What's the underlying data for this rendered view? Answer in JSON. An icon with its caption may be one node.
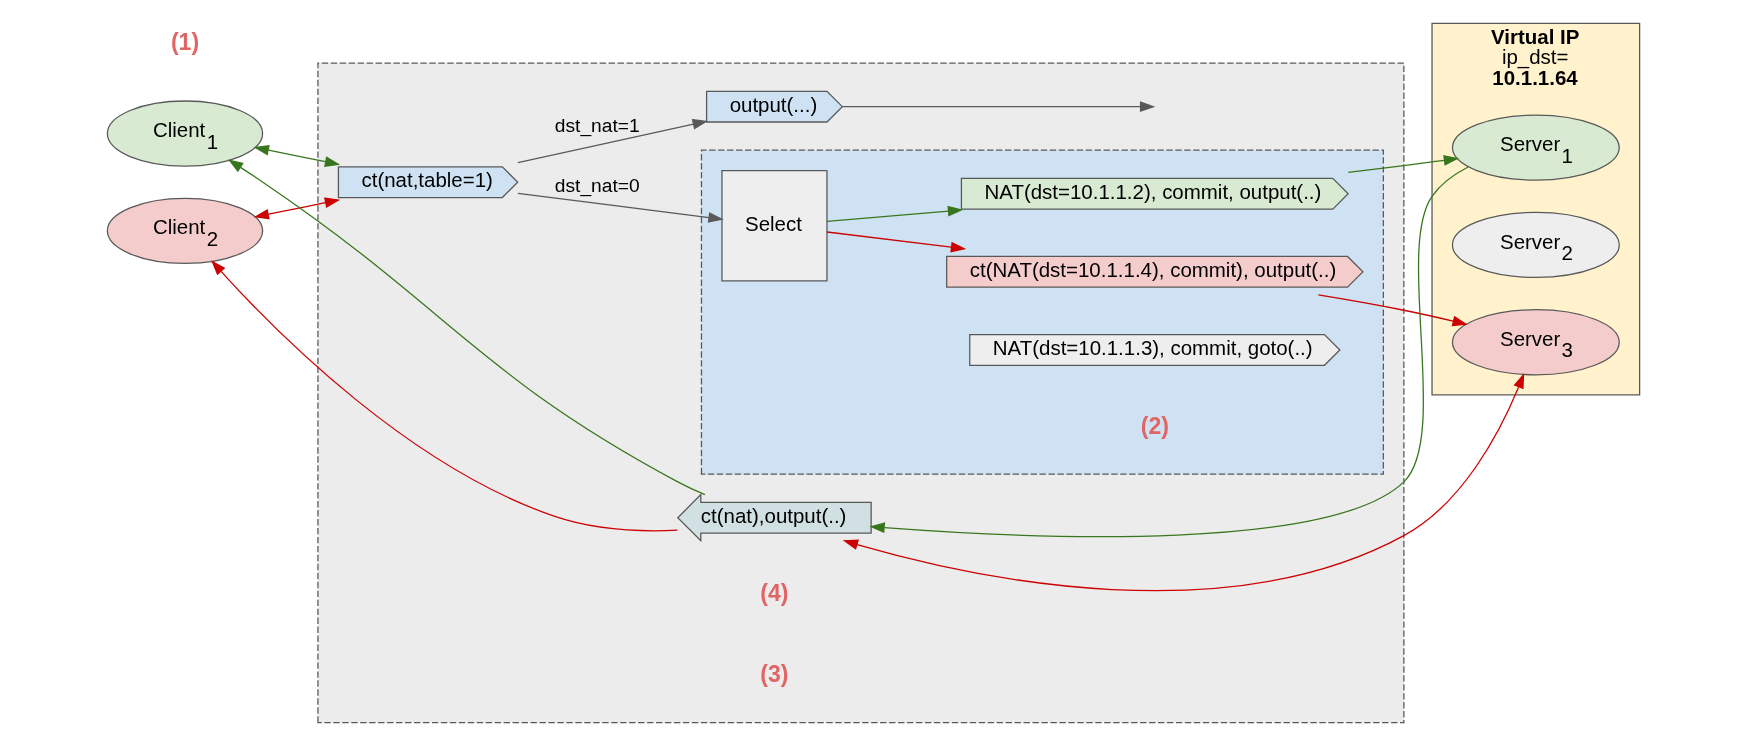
{
  "diagram": {
    "nodes": [
      {
        "text": [
          "Client$_{1}$"
        ]
      },
      {
        "text": [
          "Client$_{2}$"
        ]
      },
      {
        "text": [],
        "shape": "box"
      },
      {
        "text": [
          "ct(nat,table=1)"
        ],
        "in": 2
      },
      {
        "text": [],
        "shape": "box",
        "in": 2
      },
      {
        "text": [
          "Select"
        ],
        "in": 4
      },
      {
        "text": [
          "NAT(dst=10.1.1.2), commit, output(..)"
        ],
        "in": 4
      },
      {
        "text": [
          "NAT(dst=10.1.1.3), commit, goto(..)"
        ],
        "in": 4
      },
      {
        "text": [
          "ct(NAT(dst=10.1.1.4), commit), output(..)"
        ],
        "in": 4
      },
      {
        "text": [
          "output(...)"
        ],
        "in": 2
      },
      {
        "text": [
          "ct(nat),output(..)"
        ],
        "in": 2
      },
      {
        "text": [
          "Virtual IP",
          "ip_dst=",
          "10.1.1.64"
        ]
      },
      {
        "text": [
          "Server$_{1}$"
        ],
        "in": 11
      },
      {
        "text": [
          "Server$_{2}$"
        ],
        "in": 11
      },
      {
        "text": [
          "Server$_{3}$"
        ],
        "in": 11
      }
    ],
    "edges": [
      {
        "from": 0,
        "to": 3,
        "arrow": "both",
        "color": "#38761d"
      },
      {
        "from": 1,
        "to": 3,
        "arrow": "both",
        "color": "#cc0000"
      },
      {
        "from": 3,
        "to": 5,
        "arrow": "to",
        "label": "dst_nat=0",
        "color": "#595959"
      },
      {
        "from": 3,
        "to": 9,
        "arrow": "to",
        "label": "dst_nat=1",
        "color": "#595959"
      },
      {
        "from": 5,
        "to": 6,
        "arrow": "to",
        "color": "#38761d"
      },
      {
        "from": 5,
        "to": 8,
        "arrow": "to",
        "color": "#cc0000"
      },
      {
        "from": 9,
        "to": null,
        "arrow": "to",
        "color": "#595959"
      },
      {
        "from": 6,
        "to": 12,
        "arrow": "to",
        "color": "#38761d"
      },
      {
        "from": 8,
        "to": 14,
        "arrow": "to",
        "color": "#cc0000"
      },
      {
        "from": 12,
        "to": 10,
        "arrow": "to",
        "color": "#38761d"
      },
      {
        "from": 14,
        "to": 10,
        "arrow": "both",
        "color": "#cc0000"
      },
      {
        "from": 10,
        "to": 0,
        "arrow": "to",
        "color": "#38761d"
      },
      {
        "from": 10,
        "to": 1,
        "arrow": "to",
        "color": "#cc0000"
      }
    ],
    "labels": [
      "(1)",
      "(2)",
      "(4)",
      "(3)"
    ]
  }
}
